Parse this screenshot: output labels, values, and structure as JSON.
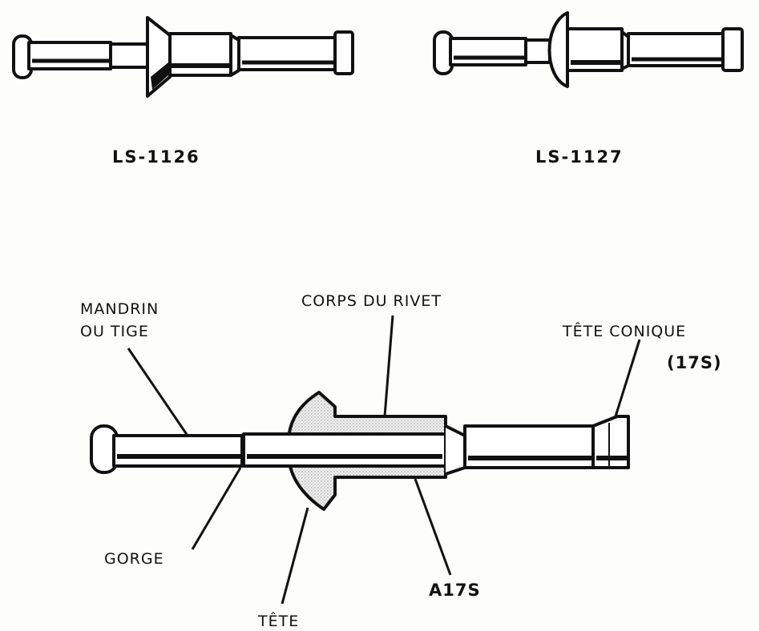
{
  "rivets": {
    "left": {
      "model": "LS-1126"
    },
    "right": {
      "model": "LS-1127"
    }
  },
  "diagram": {
    "labels": {
      "mandrin_1": "MANDRIN",
      "mandrin_2": "OU TIGE",
      "corps": "CORPS DU RIVET",
      "tete_conique_1": "TÊTE CONIQUE",
      "tete_conique_2": "(17S)",
      "gorge": "GORGE",
      "tete": "TÊTE",
      "material": "A17S"
    }
  },
  "colors": {
    "ink": "#111111",
    "paper": "#fdfdfc",
    "stipple": "#9a9a9a"
  }
}
